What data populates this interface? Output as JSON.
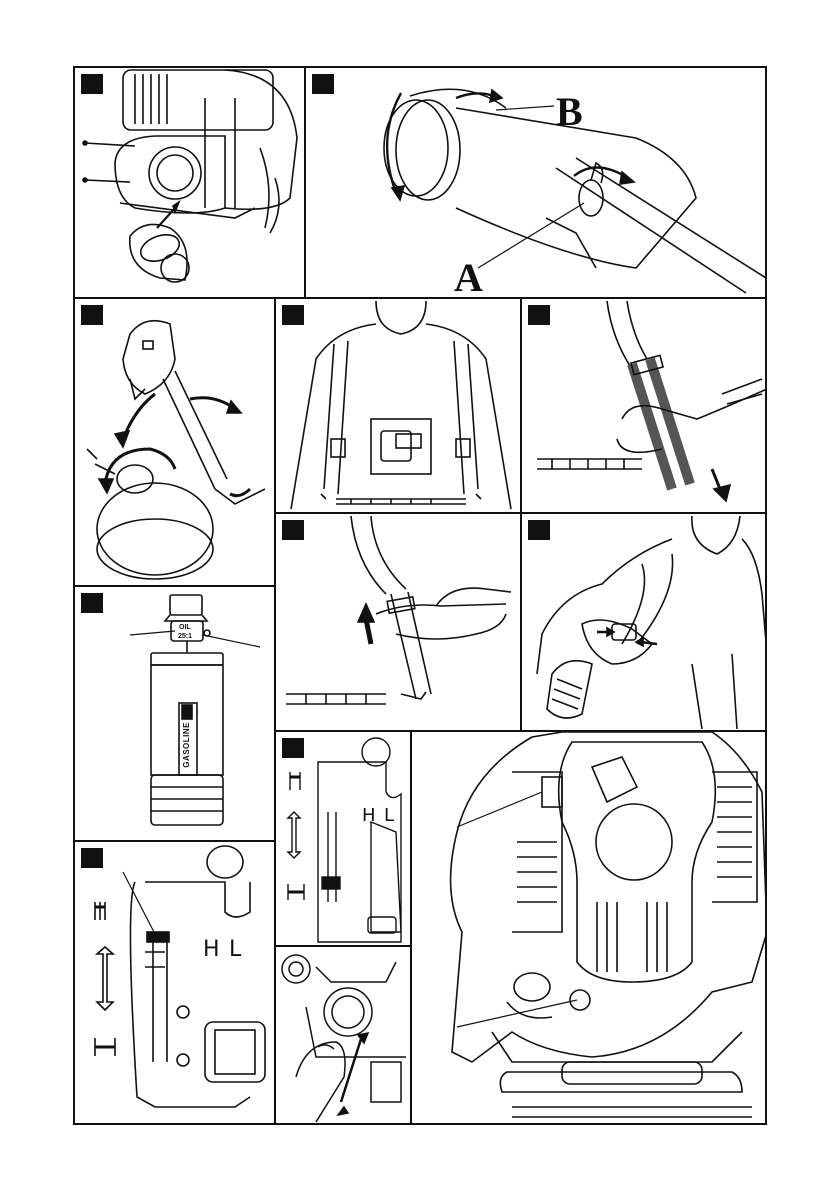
{
  "panels": {
    "p2": {
      "label_a": "A",
      "label_b": "B"
    },
    "p6": {
      "oil_mark_top": "OIL",
      "oil_mark_bottom": "25:1",
      "container_label": "GASOLINE"
    },
    "p10": {
      "choke_h": "H",
      "choke_l": "L"
    },
    "p11": {
      "choke_h": "H",
      "choke_l": "L"
    }
  },
  "icons": [
    "air-intake-elbow-icon",
    "nozzle-lock-icon",
    "throttle-handle-icon",
    "backpack-strap-icon",
    "strap-adjust-icon",
    "chest-buckle-icon",
    "fuel-mix-container-icon",
    "choke-lever-icon",
    "primer-bulb-icon"
  ],
  "colors": {
    "line": "#111111",
    "background": "#ffffff"
  }
}
